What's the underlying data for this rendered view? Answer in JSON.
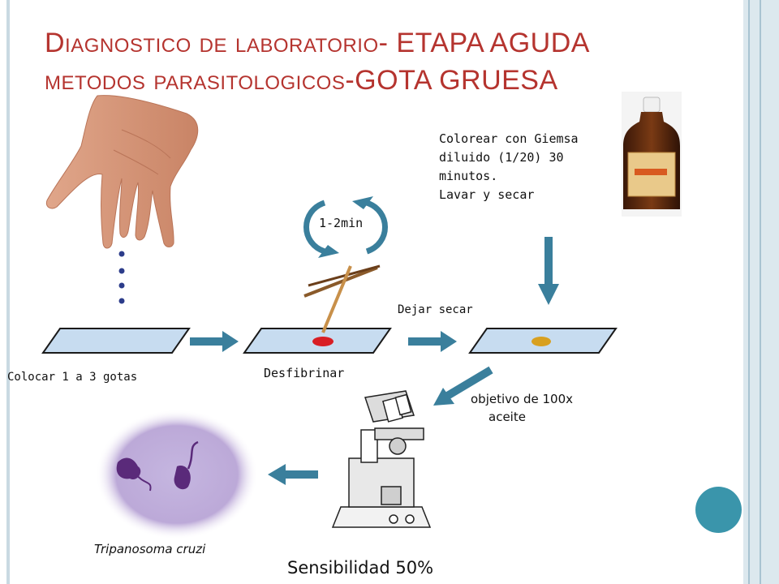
{
  "slide": {
    "title_line1_a": "Diagnostico de laboratorio",
    "title_line1_b": "- ETAPA AGUDA",
    "title_line2_a": "metodos parasitologicos",
    "title_line2_b": "-GOTA GRUESA"
  },
  "labels": {
    "colocar": "Colocar 1 a 3 gotas",
    "desfibrinar": "Desfibrinar",
    "tiempo": "1-2min",
    "dejar_secar": "Dejar secar",
    "colorear_1": "Colorear con Giemsa",
    "colorear_2": "diluido (1/20) 30",
    "colorear_3": "minutos.",
    "colorear_4": "Lavar y secar",
    "objetivo_1": "objetivo de 100x",
    "objetivo_2": "aceite",
    "especie": "Tripanosoma cruzi",
    "sensibilidad": "Sensibilidad 50%"
  },
  "colors": {
    "title": "#b5342f",
    "arrow": "#3a7f9c",
    "slide_fill": "#c7dcf0",
    "blood": "#d81e24",
    "stain": "#d8a020",
    "accent_circle": "#3a95ab"
  }
}
